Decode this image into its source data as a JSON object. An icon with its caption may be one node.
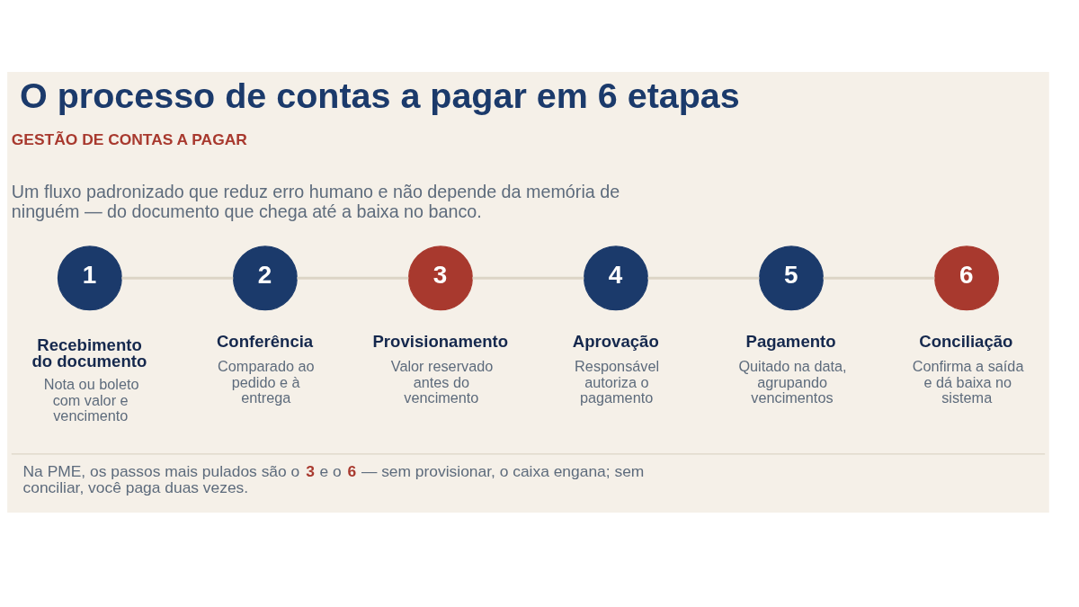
{
  "diagram": {
    "title": "O processo de contas a pagar em 6 etapas",
    "nodes": [
      {
        "text": [
          "1"
        ],
        "beside": [
          "Recebimento do documento",
          "Nota ou boleto com valor e vencimento"
        ]
      },
      {
        "text": [
          "2"
        ],
        "beside": [
          "Conferência",
          "Comparado ao pedido e à entrega"
        ]
      },
      {
        "text": [
          "3"
        ],
        "beside": [
          "Provisionamento",
          "Valor reservado antes do vencimento"
        ]
      },
      {
        "text": [
          "4"
        ],
        "beside": [
          "Aprovação",
          "Responsável autoriza o pagamento"
        ]
      },
      {
        "text": [
          "5"
        ],
        "beside": [
          "Pagamento",
          "Quitado na data, agrupando vencimentos"
        ]
      },
      {
        "text": [
          "6"
        ],
        "beside": [
          "Conciliação",
          "Confirma a saída e dá baixa no sistema"
        ]
      }
    ],
    "edges": [
      {
        "from": 0,
        "to": 1,
        "arrow": "none"
      },
      {
        "from": 1,
        "to": 2,
        "arrow": "none"
      },
      {
        "from": 2,
        "to": 3,
        "arrow": "none"
      },
      {
        "from": 3,
        "to": 4,
        "arrow": "none"
      },
      {
        "from": 4,
        "to": 5,
        "arrow": "none"
      }
    ],
    "labels": [
      "GESTÃO DE CONTAS A PAGAR",
      "Um fluxo padronizado que reduz erro humano e não depende da memória de ninguém — do documento que chega até a baixa no banco.",
      "Na PME, os passos mais pulados são o **3** e o **6** — sem provisionar, o caixa engana; sem conciliar, você paga duas vezes."
    ]
  }
}
